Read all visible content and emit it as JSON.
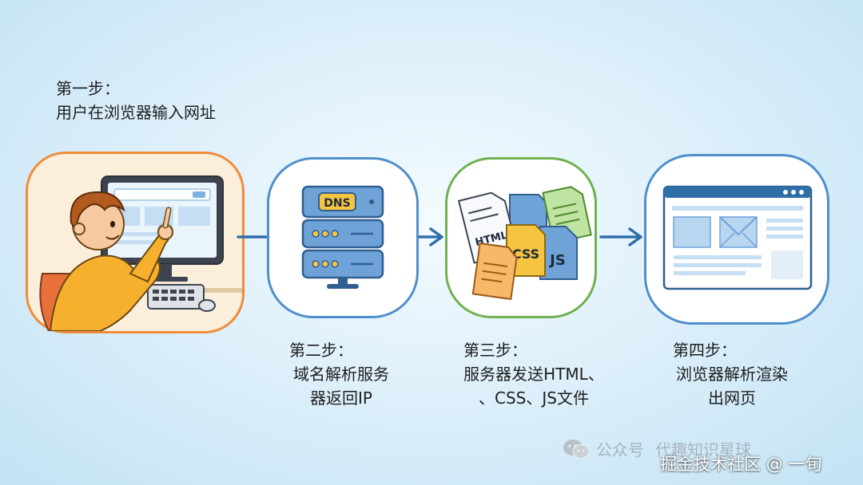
{
  "steps": [
    {
      "title": "第一步：",
      "lines": [
        "用户在浏览器输入网址"
      ]
    },
    {
      "title": "第二步：",
      "lines": [
        "域名解析服务",
        "器返回IP"
      ]
    },
    {
      "title": "第三步：",
      "lines": [
        "服务器发送HTML、",
        "、CSS、JS文件"
      ]
    },
    {
      "title": "第四步：",
      "lines": [
        "浏览器解析渲染",
        "出网页"
      ]
    }
  ],
  "dns_label": "DNS",
  "file_labels": {
    "html": "HTML",
    "css": "CSS",
    "js": "JS"
  },
  "watermark": {
    "source_prefix": "公众号",
    "source_name": "代趣知识星球",
    "site": "掘金技术社区 @ 一旬"
  },
  "colors": {
    "orange": "#f08c3a",
    "blue": "#4f8fcc",
    "green": "#6fb24f",
    "arrow": "#2f6fa8"
  }
}
